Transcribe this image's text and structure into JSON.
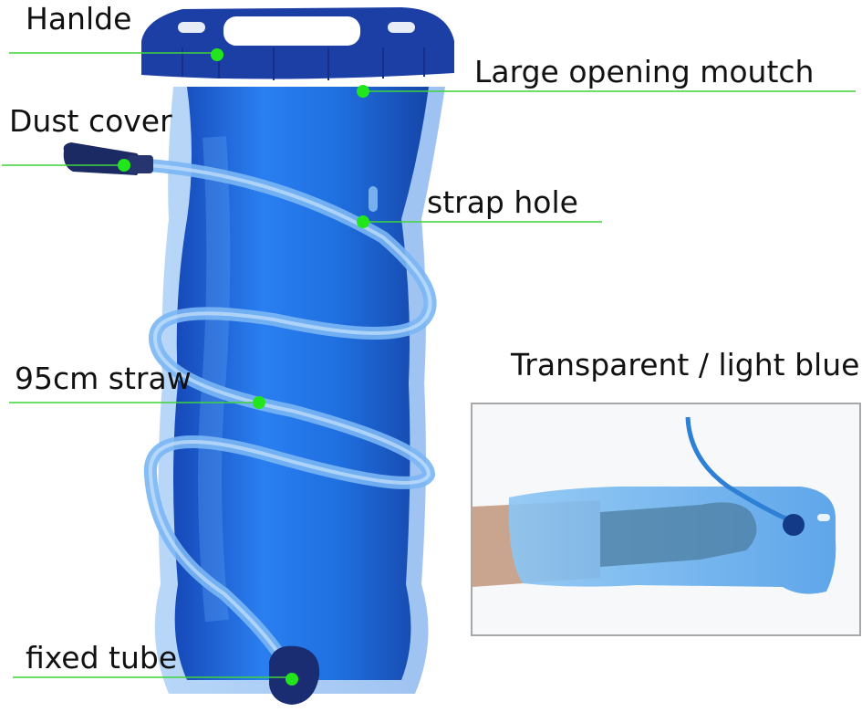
{
  "annotations": [
    {
      "id": "handle",
      "label": "Hanlde"
    },
    {
      "id": "opening",
      "label": "Large opening moutch"
    },
    {
      "id": "dust-cover",
      "label": "Dust cover"
    },
    {
      "id": "strap-hole",
      "label": "strap hole"
    },
    {
      "id": "straw",
      "label": "95cm straw"
    },
    {
      "id": "fixed-tube",
      "label": "fixed tube"
    }
  ],
  "inset": {
    "caption": "Transparent / light blue"
  },
  "colors": {
    "pointer_line": "#3fd43a",
    "pointer_dot": "#22e61c",
    "bladder_body": "#1f6fe0",
    "bladder_dark": "#1648b8",
    "tube": "#6aa8f0"
  }
}
